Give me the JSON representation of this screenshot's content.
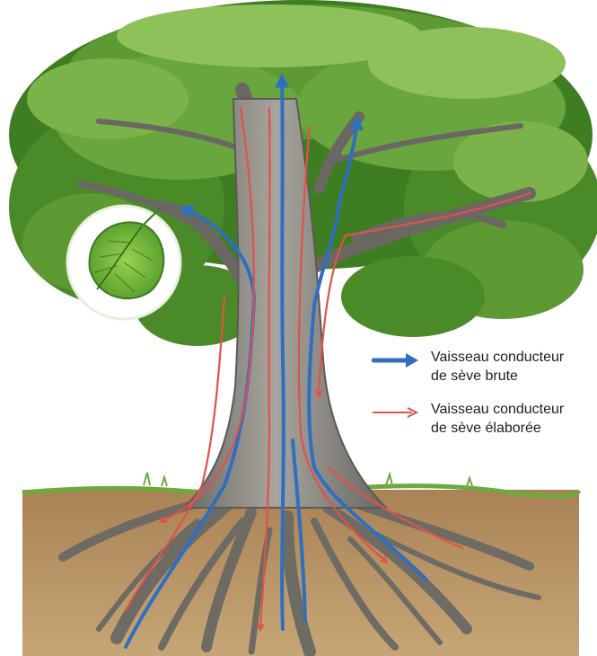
{
  "legend": {
    "raw_sap": {
      "label_line1": "Vaisseau conducteur",
      "label_line2": "de sève brute",
      "color": "#2f6fc0"
    },
    "processed_sap": {
      "label_line1": "Vaisseau conducteur",
      "label_line2": "de sève élaborée",
      "color": "#e0524a"
    }
  },
  "colors": {
    "foliage_dark": "#3f7d22",
    "foliage_mid": "#5d9a34",
    "foliage_light": "#8fc15a",
    "bark": "#8a8782",
    "bark_dark": "#5d5a55",
    "soil": "#b08a5c",
    "grass": "#6ea83e"
  },
  "inset": {
    "icon": "leaf-icon"
  }
}
